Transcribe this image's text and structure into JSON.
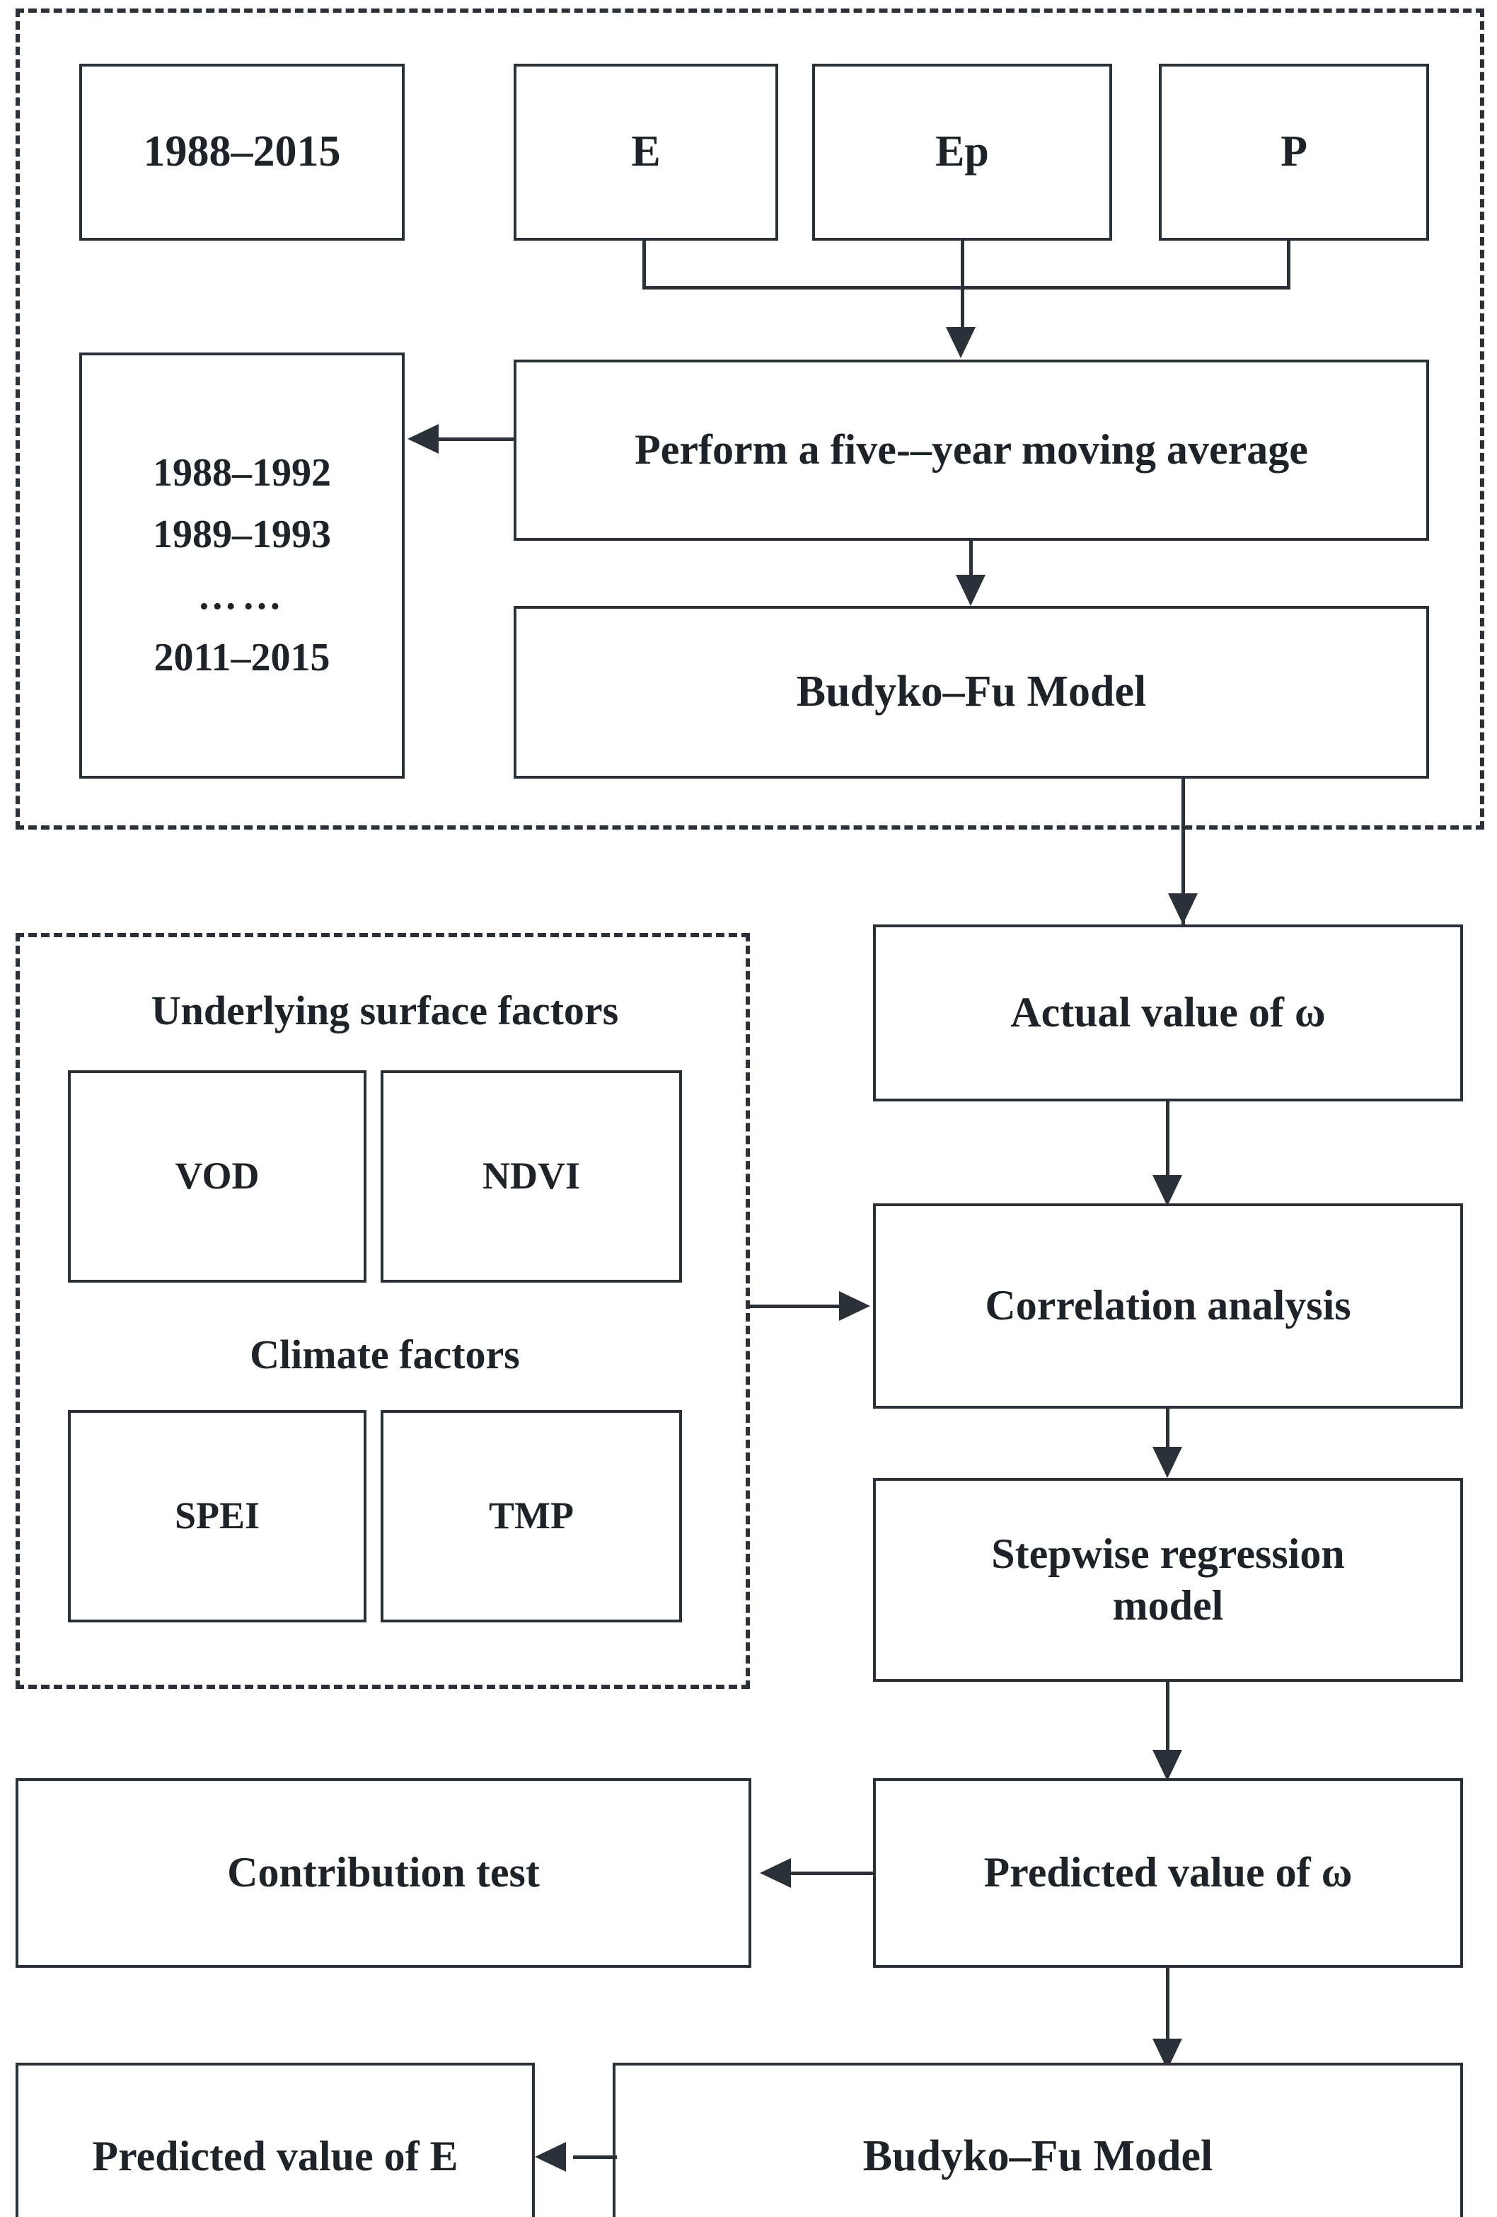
{
  "diagram": {
    "type": "flowchart",
    "title": "Budyko-Fu model research workflow",
    "colors": {
      "stroke": "#2b3138",
      "background": "#ffffff",
      "text": "#1d2329"
    },
    "groups": [
      {
        "id": "data-preprocessing-group",
        "style": "dashed",
        "label": ""
      },
      {
        "id": "influencing-factors-group",
        "style": "dashed",
        "label": ""
      }
    ],
    "nodes": {
      "period": "1988–2015",
      "evaporation": "E",
      "potential_evaporation": "Ep",
      "precipitation": "P",
      "moving_average": "Perform a five-–year moving average",
      "windows": {
        "line1": "1988–1992",
        "line2": "1989–1993",
        "line3": "……",
        "line4": "2011–2015"
      },
      "budyko_fu_top": "Budyko–Fu Model",
      "underlying_surface_label": "Underlying surface factors",
      "vod": "VOD",
      "ndvi": "NDVI",
      "climate_label": "Climate factors",
      "spei": "SPEI",
      "tmp": "TMP",
      "actual_omega": "Actual value of ω",
      "correlation_analysis": "Correlation analysis",
      "stepwise_regression": "Stepwise regression\nmodel",
      "stepwise_regression_line1": "Stepwise regression",
      "stepwise_regression_line2": "model",
      "contribution_test": "Contribution test",
      "predicted_omega": "Predicted value of ω",
      "predicted_e": "Predicted value of E",
      "budyko_fu_bottom": "Budyko–Fu Model"
    },
    "edges": [
      {
        "from": "evaporation",
        "to": "moving_average",
        "kind": "elbow-down"
      },
      {
        "from": "potential_evaporation",
        "to": "moving_average",
        "kind": "straight-down-arrow"
      },
      {
        "from": "precipitation",
        "to": "moving_average",
        "kind": "elbow-down"
      },
      {
        "from": "moving_average",
        "to": "windows",
        "kind": "left-arrow"
      },
      {
        "from": "moving_average",
        "to": "budyko_fu_top",
        "kind": "down-arrow"
      },
      {
        "from": "budyko_fu_top",
        "to": "actual_omega",
        "kind": "down-arrow"
      },
      {
        "from": "influencing-factors-group",
        "to": "correlation_analysis",
        "kind": "right-arrow"
      },
      {
        "from": "actual_omega",
        "to": "correlation_analysis",
        "kind": "down-arrow"
      },
      {
        "from": "correlation_analysis",
        "to": "stepwise_regression",
        "kind": "down-arrow"
      },
      {
        "from": "stepwise_regression",
        "to": "predicted_omega",
        "kind": "down-arrow"
      },
      {
        "from": "predicted_omega",
        "to": "contribution_test",
        "kind": "left-arrow"
      },
      {
        "from": "predicted_omega",
        "to": "budyko_fu_bottom",
        "kind": "down-arrow"
      },
      {
        "from": "budyko_fu_bottom",
        "to": "predicted_e",
        "kind": "left-arrow"
      }
    ]
  }
}
